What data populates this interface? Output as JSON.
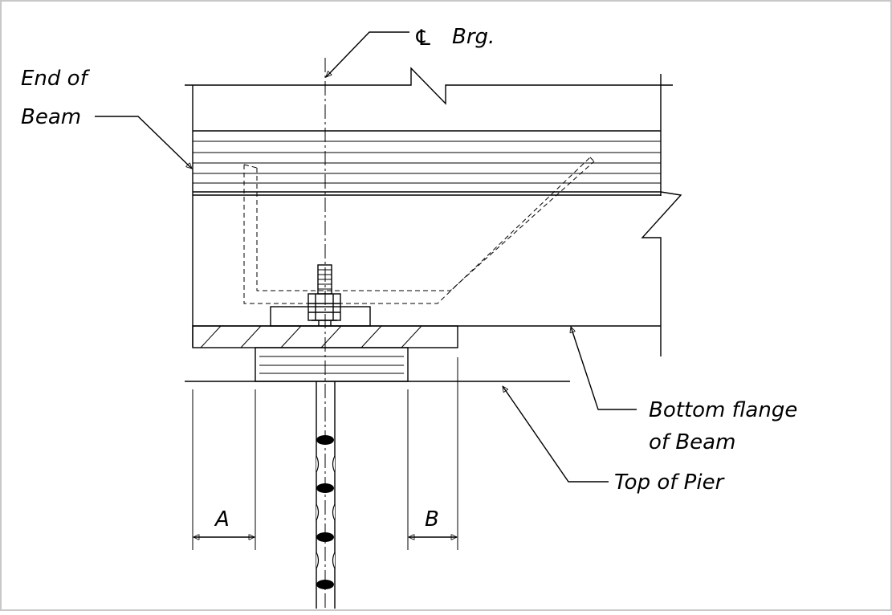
{
  "labels": {
    "cl_symbol": "℄",
    "cl_text": "Brg.",
    "end_of_beam_1": "End of",
    "end_of_beam_2": "Beam",
    "bottom_flange_1": "Bottom flange",
    "bottom_flange_2": "of Beam",
    "top_of_pier": "Top of Pier",
    "dim_a": "A",
    "dim_b": "B"
  },
  "colors": {
    "line": "#000000",
    "frame": "#c8c8c8",
    "background": "#ffffff"
  }
}
